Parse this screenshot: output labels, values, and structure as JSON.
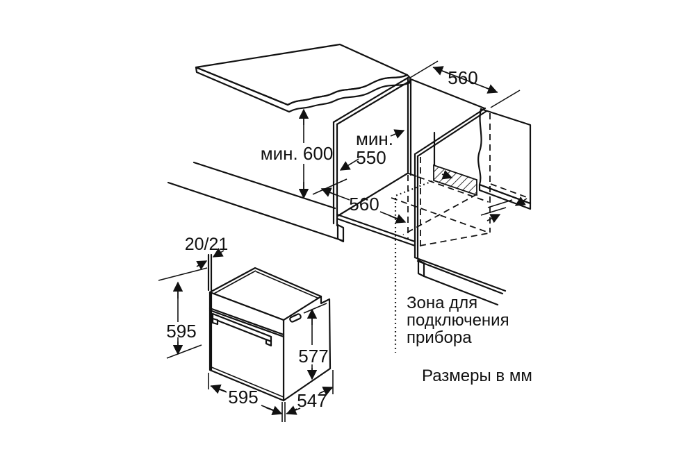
{
  "colors": {
    "line": "#111111",
    "surface_gray": "#d9d9d9",
    "surface_gray_dark": "#cfcfcf",
    "background": "#ffffff"
  },
  "installation_view": {
    "niche_width_top_label": "560",
    "min_height_label": "мин. 600",
    "min_depth_label_line1": "мин.",
    "min_depth_label_line2": "550",
    "niche_width_bottom_label": "560",
    "connection_zone_label_line1": "Зона для",
    "connection_zone_label_line2": "подключения",
    "connection_zone_label_line3": "прибора"
  },
  "appliance_view": {
    "front_frame_depth_label": "20/21",
    "overall_height_label": "595",
    "body_height_label": "577",
    "overall_width_label": "595",
    "body_depth_label": "547"
  },
  "footnote": {
    "units_label": "Размеры в мм"
  }
}
